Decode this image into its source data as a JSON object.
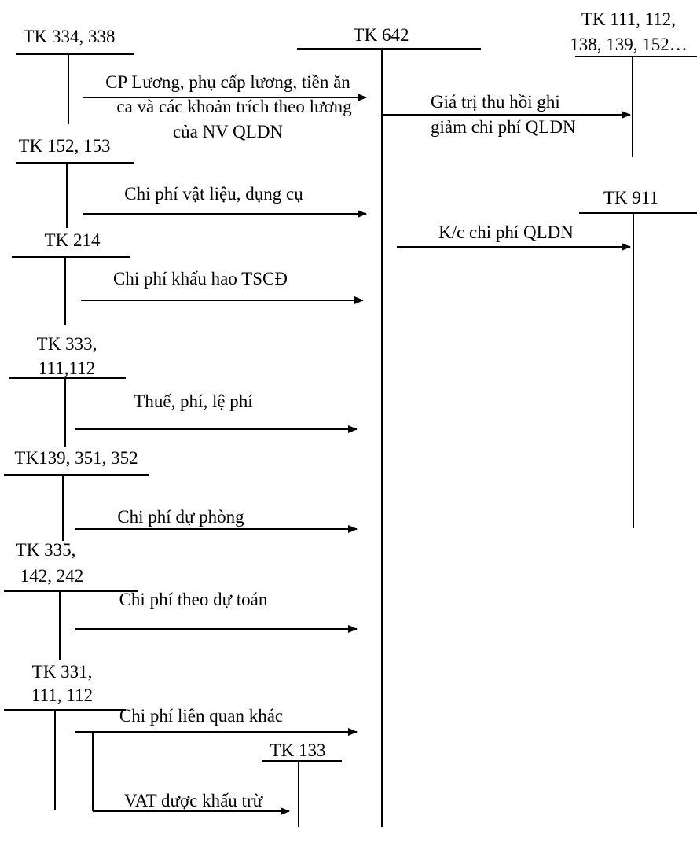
{
  "accounts": {
    "tk_334_338": "TK 334, 338",
    "tk_642": "TK 642",
    "tk_111_line1": "TK 111, 112,",
    "tk_111_line2": "138, 139, 152…",
    "tk_152_153": "TK 152, 153",
    "tk_911": "TK 911",
    "tk_214": "TK 214",
    "tk_333_line1": "TK 333,",
    "tk_333_line2": "111,112",
    "tk_139": "TK139, 351, 352",
    "tk_335_line1": "TK 335,",
    "tk_335_line2": "142, 242",
    "tk_331_line1": "TK 331,",
    "tk_331_line2": "111, 112",
    "tk_133": "TK 133"
  },
  "entries": {
    "salary_line1": "CP Lương, phụ cấp lương, tiền ăn",
    "salary_line2": "ca và các khoản trích theo lương",
    "salary_line3": "của NV QLDN",
    "recovery_line1": "Giá trị thu hồi ghi",
    "recovery_line2": "giảm chi phí QLDN",
    "materials": "Chi phí vật liệu, dụng cụ",
    "transfer": "K/c chi phí QLDN",
    "depreciation": "Chi phí khấu hao TSCĐ",
    "taxes": "Thuế, phí, lệ phí",
    "provision": "Chi phí dự phòng",
    "estimate": "Chi phí theo dự toán",
    "other": "Chi phí liên quan khác",
    "vat": "VAT được khấu trừ"
  }
}
